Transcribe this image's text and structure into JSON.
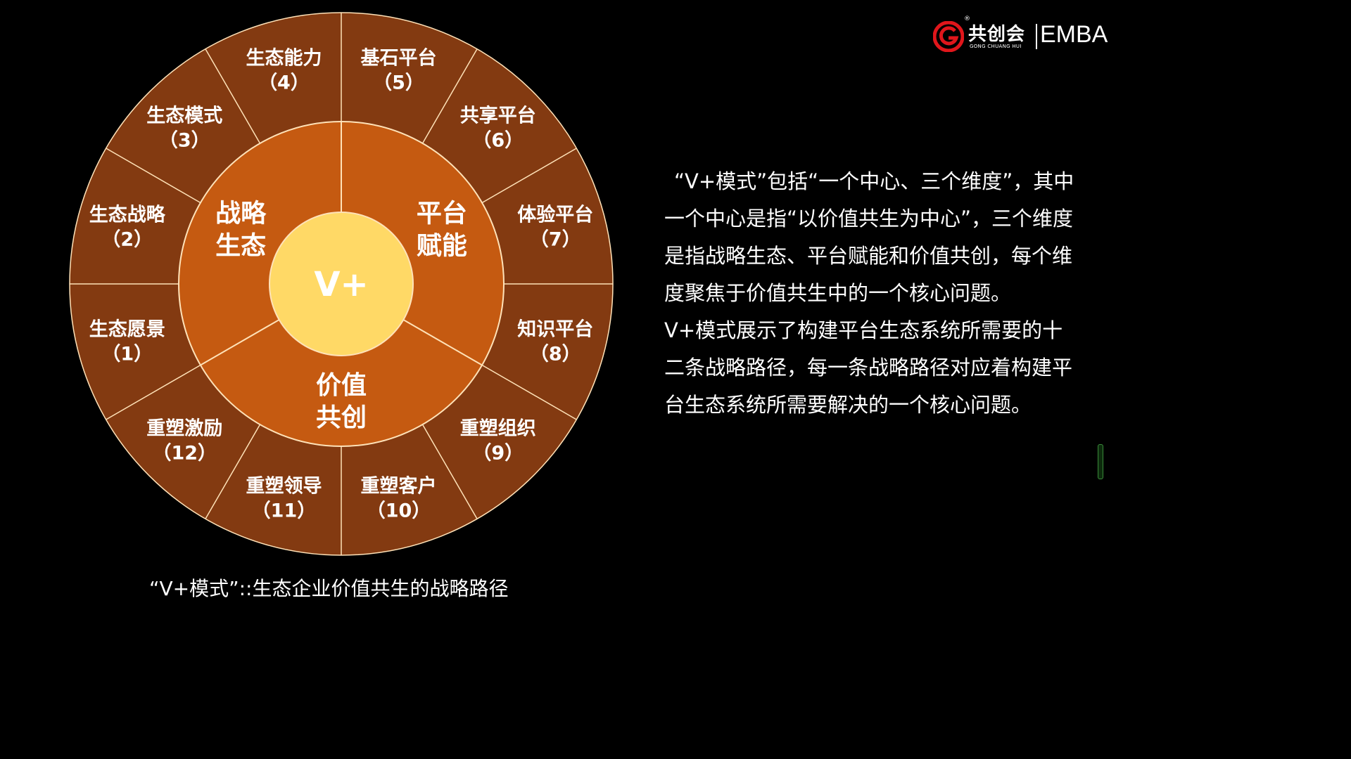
{
  "colors": {
    "background": "#000000",
    "outer_ring": "#833a11",
    "middle_ring": "#c55a11",
    "center": "#ffd966",
    "lines": "#ffe2b8",
    "logo_red": "#e0161b"
  },
  "logo": {
    "name": "共创会",
    "sub": "GONG CHUANG HUI",
    "emba": "EMBA",
    "registered": "®"
  },
  "wheel": {
    "center_label": "V+",
    "dimensions": [
      {
        "label": [
          "战略",
          "生态"
        ]
      },
      {
        "label": [
          "平台",
          "赋能"
        ]
      },
      {
        "label": [
          "价值",
          "共创"
        ]
      }
    ],
    "paths": [
      {
        "name": "生态愿景",
        "num": "（1）"
      },
      {
        "name": "生态战略",
        "num": "（2）"
      },
      {
        "name": "生态模式",
        "num": "（3）"
      },
      {
        "name": "生态能力",
        "num": "（4）"
      },
      {
        "name": "基石平台",
        "num": "（5）"
      },
      {
        "name": "共享平台",
        "num": "（6）"
      },
      {
        "name": "体验平台",
        "num": "（7）"
      },
      {
        "name": "知识平台",
        "num": "（8）"
      },
      {
        "name": "重塑组织",
        "num": "（9）"
      },
      {
        "name": "重塑客户",
        "num": "（10）"
      },
      {
        "name": "重塑领导",
        "num": "（11）"
      },
      {
        "name": "重塑激励",
        "num": "（12）"
      }
    ]
  },
  "description": {
    "para1": "“V+模式”包括“一个中心、三个维度”，其中一个中心是指“以价值共生为中心”，三个维度是指战略生态、平台赋能和价值共创，每个维度聚焦于价值共生中的一个核心问题。",
    "para2": "V+模式展示了构建平台生态系统所需要的十二条战略路径，每一条战略路径对应着构建平台生态系统所需要解决的一个核心问题。"
  },
  "caption": "“V+模式”::生态企业价值共生的战略路径"
}
